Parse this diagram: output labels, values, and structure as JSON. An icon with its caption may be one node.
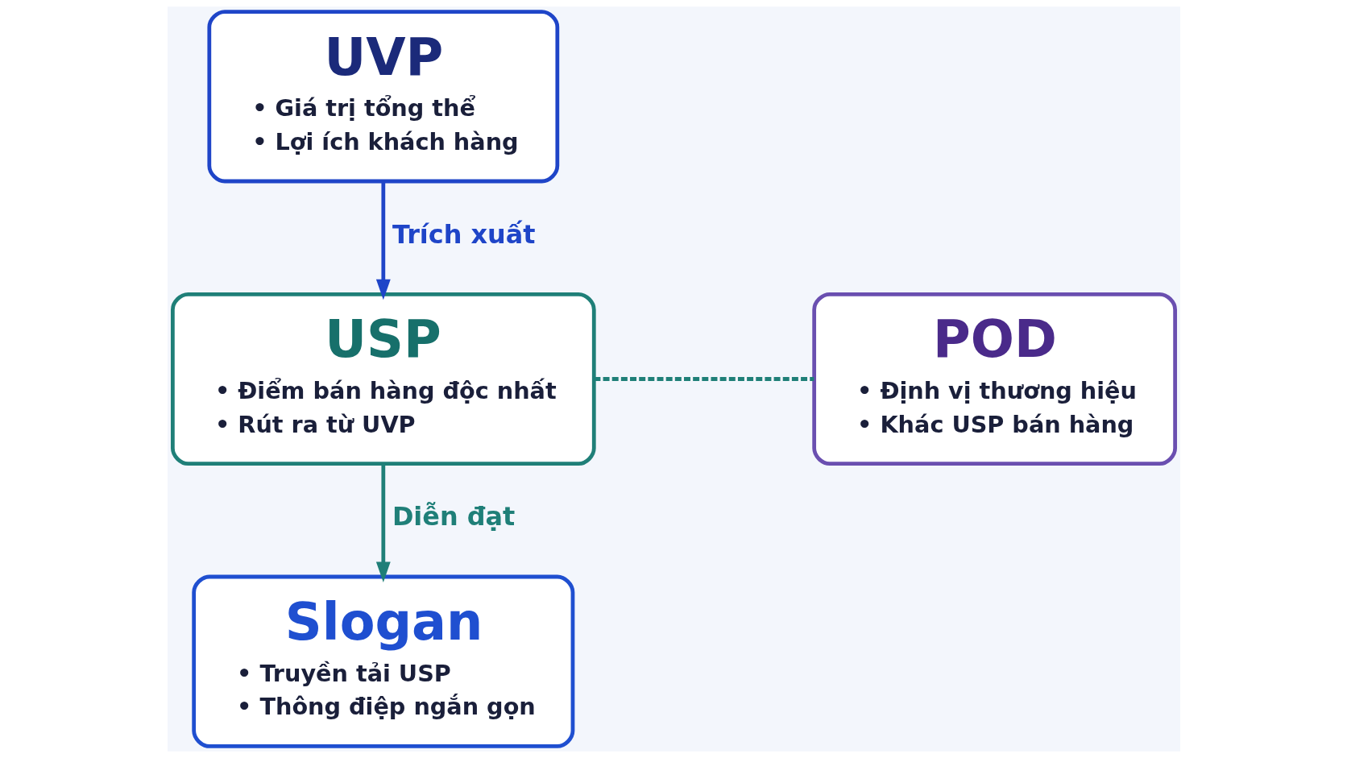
{
  "diagram": {
    "nodes": [
      {
        "text": [
          "UVP",
          "• Giá trị tổng thể",
          "• Lợi ích khách hàng"
        ]
      },
      {
        "text": [
          "USP",
          "• Điểm bán hàng độc nhất",
          "• Rút ra từ UVP"
        ]
      },
      {
        "text": [
          "POD",
          "• Định vị thương hiệu",
          "• Khác USP bán hàng"
        ]
      },
      {
        "text": [
          "Slogan",
          "• Truyền tải USP",
          "• Thông điệp ngắn gọn"
        ]
      }
    ],
    "edges": [
      {
        "from": 0,
        "to": 1,
        "arrow": "to",
        "label": "Trích xuất",
        "color": "#1f45c8"
      },
      {
        "from": 1,
        "to": 2,
        "arrow": "none",
        "style": "dashed",
        "color": "#1f7f78"
      },
      {
        "from": 1,
        "to": 3,
        "arrow": "to",
        "label": "Diễn đạt",
        "color": "#1f7f78"
      }
    ]
  }
}
